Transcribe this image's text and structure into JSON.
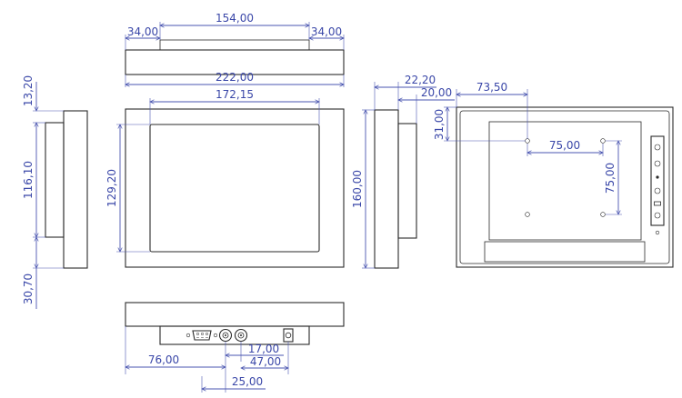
{
  "dimensions": {
    "top_center_width": "154,00",
    "top_left_offset": "34,00",
    "top_right_offset": "34,00",
    "overall_width": "222,00",
    "screen_width": "172,15",
    "left_top": "13,20",
    "left_middle": "116,10",
    "left_bottom": "30,70",
    "screen_height": "129,20",
    "overall_height": "160,00",
    "depth": "22,20",
    "depth_back": "20,00",
    "mount_x": "73,50",
    "mount_y": "31,00",
    "vesa_x": "75,00",
    "vesa_y": "75,00",
    "bottom_offset": "76,00",
    "bottom_spacing_1": "17,00",
    "bottom_spacing_2": "47,00",
    "bottom_spacing_3": "25,00"
  },
  "colors": {
    "outline": "#2a2a2a",
    "dimension": "#4a55b0"
  }
}
